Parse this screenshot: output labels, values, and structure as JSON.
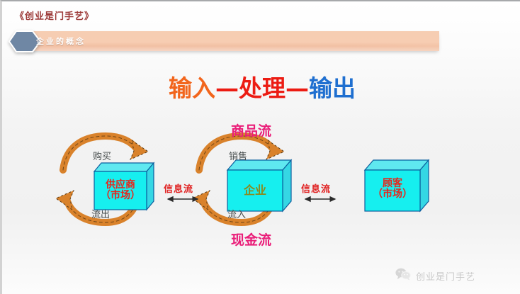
{
  "header": {
    "book_title": "《创业是门手艺》",
    "section_label": "企业的概念",
    "hexagon_icon": "hexagon-icon",
    "band_color": "#f6cdb2",
    "title_color": "#9c3a38"
  },
  "main_title": {
    "part1": "输入",
    "dash1": "—",
    "part2": "处理",
    "dash2": "—",
    "part3": "输出",
    "color1": "#f2651c",
    "color2": "#ec1c13",
    "color3": "#1f6fd0"
  },
  "diagram": {
    "boxes": [
      {
        "id": "supplier",
        "line1": "供应商",
        "line2": "（市场）",
        "fill": "#16efef",
        "text_color": "#e8251a"
      },
      {
        "id": "enterprise",
        "line1": "企业",
        "line2": "",
        "fill": "#16efef",
        "text_color": "#8a8a1e"
      },
      {
        "id": "customer",
        "line1": "顾客",
        "line2": "（市场）",
        "fill": "#16efef",
        "text_color": "#e8251a"
      }
    ],
    "flow_top": "商品流",
    "flow_bottom": "现金流",
    "flow_color": "#ea1e79",
    "info_left": "信息流",
    "info_right": "信息流",
    "info_color": "#e02020",
    "arrows": [
      {
        "id": "buy",
        "label": "购买"
      },
      {
        "id": "sell",
        "label": "销售"
      },
      {
        "id": "outflow",
        "label": "流出"
      },
      {
        "id": "inflow",
        "label": "流入"
      }
    ],
    "arrow_color": "#d9822b",
    "arrow_label_color": "#444a4a"
  },
  "footer": {
    "wechat_icon": "wechat-logo-icon",
    "account_name": "创业是门手艺",
    "color": "#c9c9c9"
  }
}
